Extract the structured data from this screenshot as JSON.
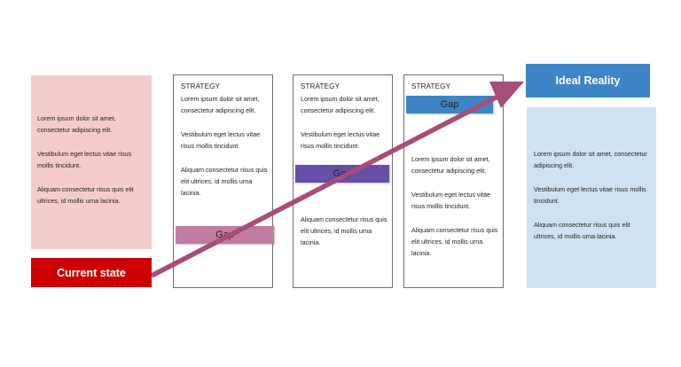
{
  "current": {
    "label": "Current state",
    "paragraphs": [
      "Lorem ipsum dolor sit amet, consectetur adipiscing elit.",
      "Vestibulum eget lectus vitae risus mollis tincidunt.",
      "Aliquam consectetur risus quis elit ultrices, id mollis urna lacinia."
    ]
  },
  "ideal": {
    "label": "Ideal Reality",
    "paragraphs": [
      "Lorem ipsum dolor sit amet, consectetur adipiscing elit.",
      "Vestibulum eget lectus vitae risus mollis tincidunt.",
      "Aliquam consectetur risus quis elit ultrices, id mollis urna lacinia."
    ]
  },
  "strategies": [
    {
      "title": "STRATEGY",
      "paragraphs": [
        "Lorem ipsum dolor sit amet, consectetur adipiscing elit.",
        "Vestibulum eget lectus vitae risus mollis tincidunt.",
        "Aliquam consectetur risus quis elit ultrices, id mollis urna lacinia."
      ],
      "gap": "Gap"
    },
    {
      "title": "STRATEGY",
      "paragraphs": [
        "Lorem ipsum dolor sit amet, consectetur adipiscing elit.",
        "Vestibulum eget lectus vitae risus mollis tincidunt.",
        "Aliquam consectetur risus quis elit ultrices, id mollis urna lacinia."
      ],
      "gap": "Gap"
    },
    {
      "title": "STRATEGY",
      "paragraphs": [
        "Lorem ipsum dolor sit amet, consectetur adipiscing elit.",
        "Vestibulum eget lectus vitae risus mollis tincidunt.",
        "Aliquam consectetur risus quis elit ultrices, id mollis urna lacinia."
      ],
      "gap": "Gap"
    }
  ],
  "colors": {
    "current": "#cc0000",
    "current_bg": "#f4cccc",
    "ideal": "#3d85c6",
    "ideal_bg": "#cfe2f3",
    "arrow": "#a64d79",
    "gap1": "#c27ba0",
    "gap2": "#674ea7",
    "gap3": "#3d85c6"
  }
}
